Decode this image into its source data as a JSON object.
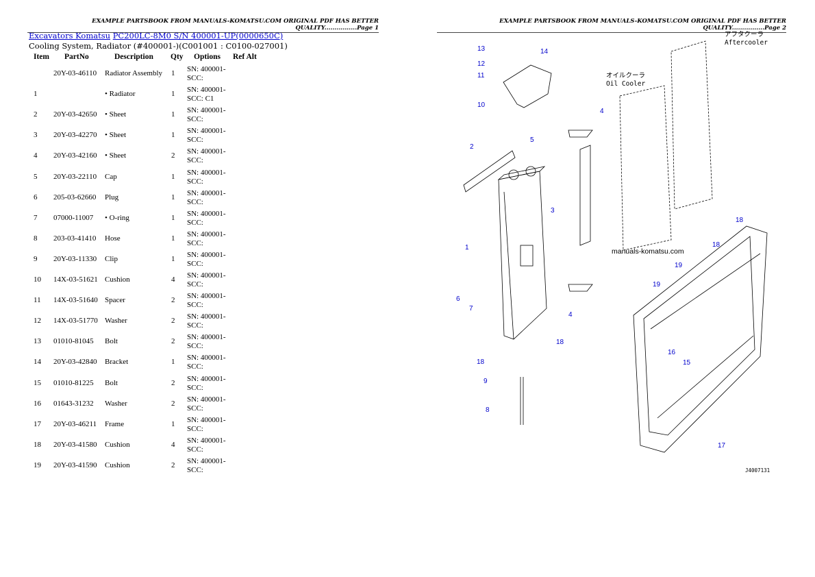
{
  "header": {
    "page1": "EXAMPLE PARTSBOOK FROM MANUALS-KOMATSU.COM ORIGINAL PDF HAS BETTER QUALITY................Page 1",
    "page2": "EXAMPLE PARTSBOOK FROM MANUALS-KOMATSU.COM ORIGINAL PDF HAS BETTER QUALITY................Page 2"
  },
  "breadcrumb": {
    "link1": "Excavators Komatsu",
    "link2": "PC200LC-8M0 S/N 400001-UP(0000650C)"
  },
  "subtitle": "Cooling System, Radiator (#400001-)(C001001 : C0100-027001)",
  "columns": [
    "Item",
    "PartNo",
    "Description",
    "Qty",
    "Options",
    "Ref Alt"
  ],
  "rows": [
    {
      "item": "",
      "part": "20Y-03-46110",
      "desc": "Radiator Assembly",
      "qty": "1",
      "opt": "SN: 400001- SCC:"
    },
    {
      "item": "1",
      "part": "",
      "desc": "• Radiator",
      "qty": "1",
      "opt": "SN: 400001- SCC: C1"
    },
    {
      "item": "2",
      "part": "20Y-03-42650",
      "desc": "• Sheet",
      "qty": "1",
      "opt": "SN: 400001- SCC:"
    },
    {
      "item": "3",
      "part": "20Y-03-42270",
      "desc": "• Sheet",
      "qty": "1",
      "opt": "SN: 400001- SCC:"
    },
    {
      "item": "4",
      "part": "20Y-03-42160",
      "desc": "• Sheet",
      "qty": "2",
      "opt": "SN: 400001- SCC:"
    },
    {
      "item": "5",
      "part": "20Y-03-22110",
      "desc": "Cap",
      "qty": "1",
      "opt": "SN: 400001- SCC:"
    },
    {
      "item": "6",
      "part": "205-03-62660",
      "desc": "Plug",
      "qty": "1",
      "opt": "SN: 400001- SCC:"
    },
    {
      "item": "7",
      "part": "07000-11007",
      "desc": "• O-ring",
      "qty": "1",
      "opt": "SN: 400001- SCC:"
    },
    {
      "item": "8",
      "part": "203-03-41410",
      "desc": "Hose",
      "qty": "1",
      "opt": "SN: 400001- SCC:"
    },
    {
      "item": "9",
      "part": "20Y-03-11330",
      "desc": "Clip",
      "qty": "1",
      "opt": "SN: 400001- SCC:"
    },
    {
      "item": "10",
      "part": "14X-03-51621",
      "desc": "Cushion",
      "qty": "4",
      "opt": "SN: 400001- SCC:"
    },
    {
      "item": "11",
      "part": "14X-03-51640",
      "desc": "Spacer",
      "qty": "2",
      "opt": "SN: 400001- SCC:"
    },
    {
      "item": "12",
      "part": "14X-03-51770",
      "desc": "Washer",
      "qty": "2",
      "opt": "SN: 400001- SCC:"
    },
    {
      "item": "13",
      "part": "01010-81045",
      "desc": "Bolt",
      "qty": "2",
      "opt": "SN: 400001- SCC:"
    },
    {
      "item": "14",
      "part": "20Y-03-42840",
      "desc": "Bracket",
      "qty": "1",
      "opt": "SN: 400001- SCC:"
    },
    {
      "item": "15",
      "part": "01010-81225",
      "desc": "Bolt",
      "qty": "2",
      "opt": "SN: 400001- SCC:"
    },
    {
      "item": "16",
      "part": "01643-31232",
      "desc": "Washer",
      "qty": "2",
      "opt": "SN: 400001- SCC:"
    },
    {
      "item": "17",
      "part": "20Y-03-46211",
      "desc": "Frame",
      "qty": "1",
      "opt": "SN: 400001- SCC:"
    },
    {
      "item": "18",
      "part": "20Y-03-41580",
      "desc": "Cushion",
      "qty": "4",
      "opt": "SN: 400001- SCC:"
    },
    {
      "item": "19",
      "part": "20Y-03-41590",
      "desc": "Cushion",
      "qty": "2",
      "opt": "SN: 400001- SCC:"
    }
  ],
  "diagram": {
    "callouts": [
      "13",
      "12",
      "11",
      "14",
      "10",
      "4",
      "2",
      "5",
      "3",
      "1",
      "6",
      "7",
      "4",
      "18",
      "18",
      "9",
      "8",
      "18",
      "18",
      "19",
      "19",
      "16",
      "15",
      "17"
    ],
    "aftercooler_jp": "アフタクーラ",
    "aftercooler": "Aftercooler",
    "oilcooler_jp": "オイルクーラ",
    "oilcooler": "Oil Cooler",
    "watermark": "manuals-komatsu.com",
    "ref": "J4007131"
  }
}
